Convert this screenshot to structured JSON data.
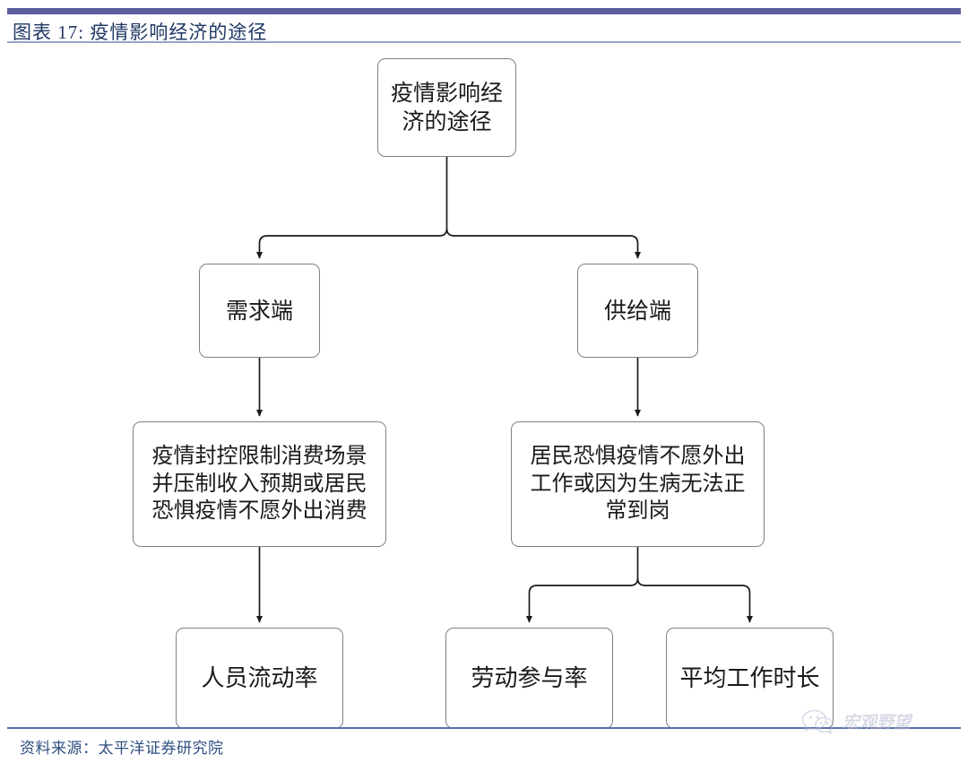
{
  "header": {
    "title": "图表 17: 疫情影响经济的途径",
    "rule_color": "#5b5f9e"
  },
  "footer": {
    "source": "资料来源：太平洋证券研究院",
    "rule_color": "#5b6ca8"
  },
  "watermark": {
    "text": "宏观野望",
    "icon": "wechat-icon"
  },
  "chart_data": {
    "type": "diagram",
    "title": "疫情影响经济的途径",
    "orientation": "top-down",
    "node_border_color": "#808080",
    "node_fill_color": "#ffffff",
    "edge_color": "#1a1a1a",
    "nodes": [
      {
        "id": "root",
        "label": "疫情影响经\n济的途径",
        "level": 0
      },
      {
        "id": "demand",
        "label": "需求端",
        "level": 1
      },
      {
        "id": "supply",
        "label": "供给端",
        "level": 1
      },
      {
        "id": "demand_detail",
        "label": "疫情封控限制消费场景\n并压制收入预期或居民\n恐惧疫情不愿外出消费",
        "level": 2
      },
      {
        "id": "supply_detail",
        "label": "居民恐惧疫情不愿外出\n工作或因为生病无法正\n常到岗",
        "level": 2
      },
      {
        "id": "mobility",
        "label": "人员流动率",
        "level": 3
      },
      {
        "id": "participation",
        "label": "劳动参与率",
        "level": 3
      },
      {
        "id": "hours",
        "label": "平均工作时长",
        "level": 3
      }
    ],
    "edges": [
      {
        "from": "root",
        "to": "demand"
      },
      {
        "from": "root",
        "to": "supply"
      },
      {
        "from": "demand",
        "to": "demand_detail"
      },
      {
        "from": "supply",
        "to": "supply_detail"
      },
      {
        "from": "demand_detail",
        "to": "mobility"
      },
      {
        "from": "supply_detail",
        "to": "participation"
      },
      {
        "from": "supply_detail",
        "to": "hours"
      }
    ]
  }
}
